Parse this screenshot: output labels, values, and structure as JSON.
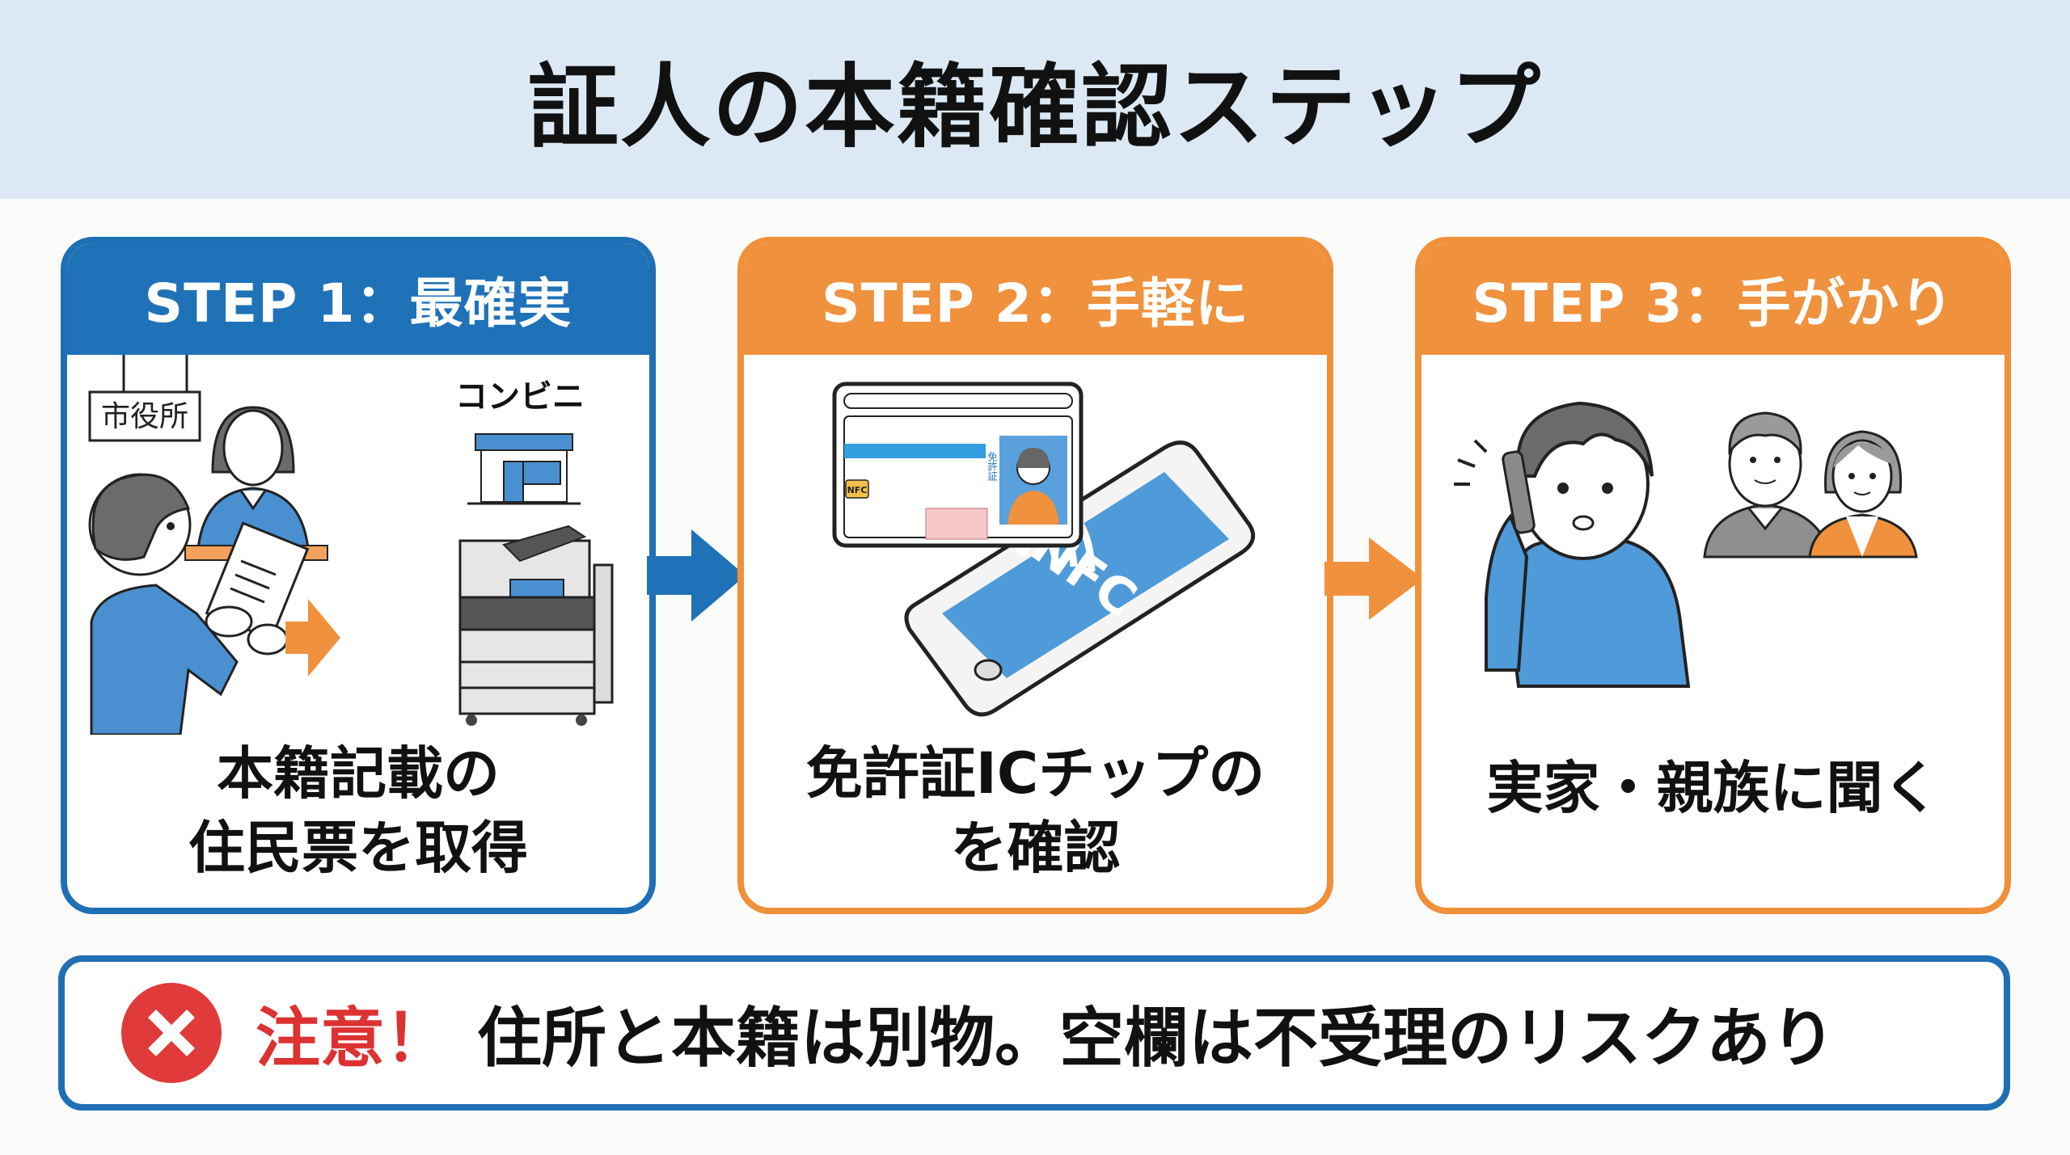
{
  "title": "証人の本籍確認ステップ",
  "steps": [
    {
      "header": "STEP 1：最確実",
      "caption_lines": [
        "本籍記載の",
        "住民票を取得"
      ],
      "illustration": {
        "sign_label": "市役所",
        "store_label": "コンビニ",
        "icons": [
          "city-hall-counter",
          "person-with-document",
          "convenience-store",
          "multifunction-copier",
          "orange-arrow"
        ]
      },
      "color": "#1f72b8"
    },
    {
      "header": "STEP 2：手軽に",
      "caption_lines": [
        "免許証ICチップの",
        "を確認"
      ],
      "illustration": {
        "card_chip_label": "NFC",
        "card_vertical_label": "免許証",
        "phone_screen_label": "NFC",
        "icons": [
          "drivers-license-card",
          "smartphone-nfc"
        ]
      },
      "color": "#f0913d"
    },
    {
      "header": "STEP 3：手がかり",
      "caption_lines": [
        "実家・親族に聞く"
      ],
      "illustration": {
        "icons": [
          "person-on-phone",
          "elderly-man",
          "elderly-woman"
        ]
      },
      "color": "#f0913d"
    }
  ],
  "arrows": [
    {
      "from": 1,
      "to": 2,
      "color": "#1f72b8"
    },
    {
      "from": 2,
      "to": 3,
      "color": "#f0913d"
    }
  ],
  "warning": {
    "icon": "x-circle-icon",
    "label": "注意！",
    "text": "住所と本籍は別物。空欄は不受理のリスクあり",
    "label_color": "#dc3232",
    "border_color": "#1f6fb5"
  }
}
